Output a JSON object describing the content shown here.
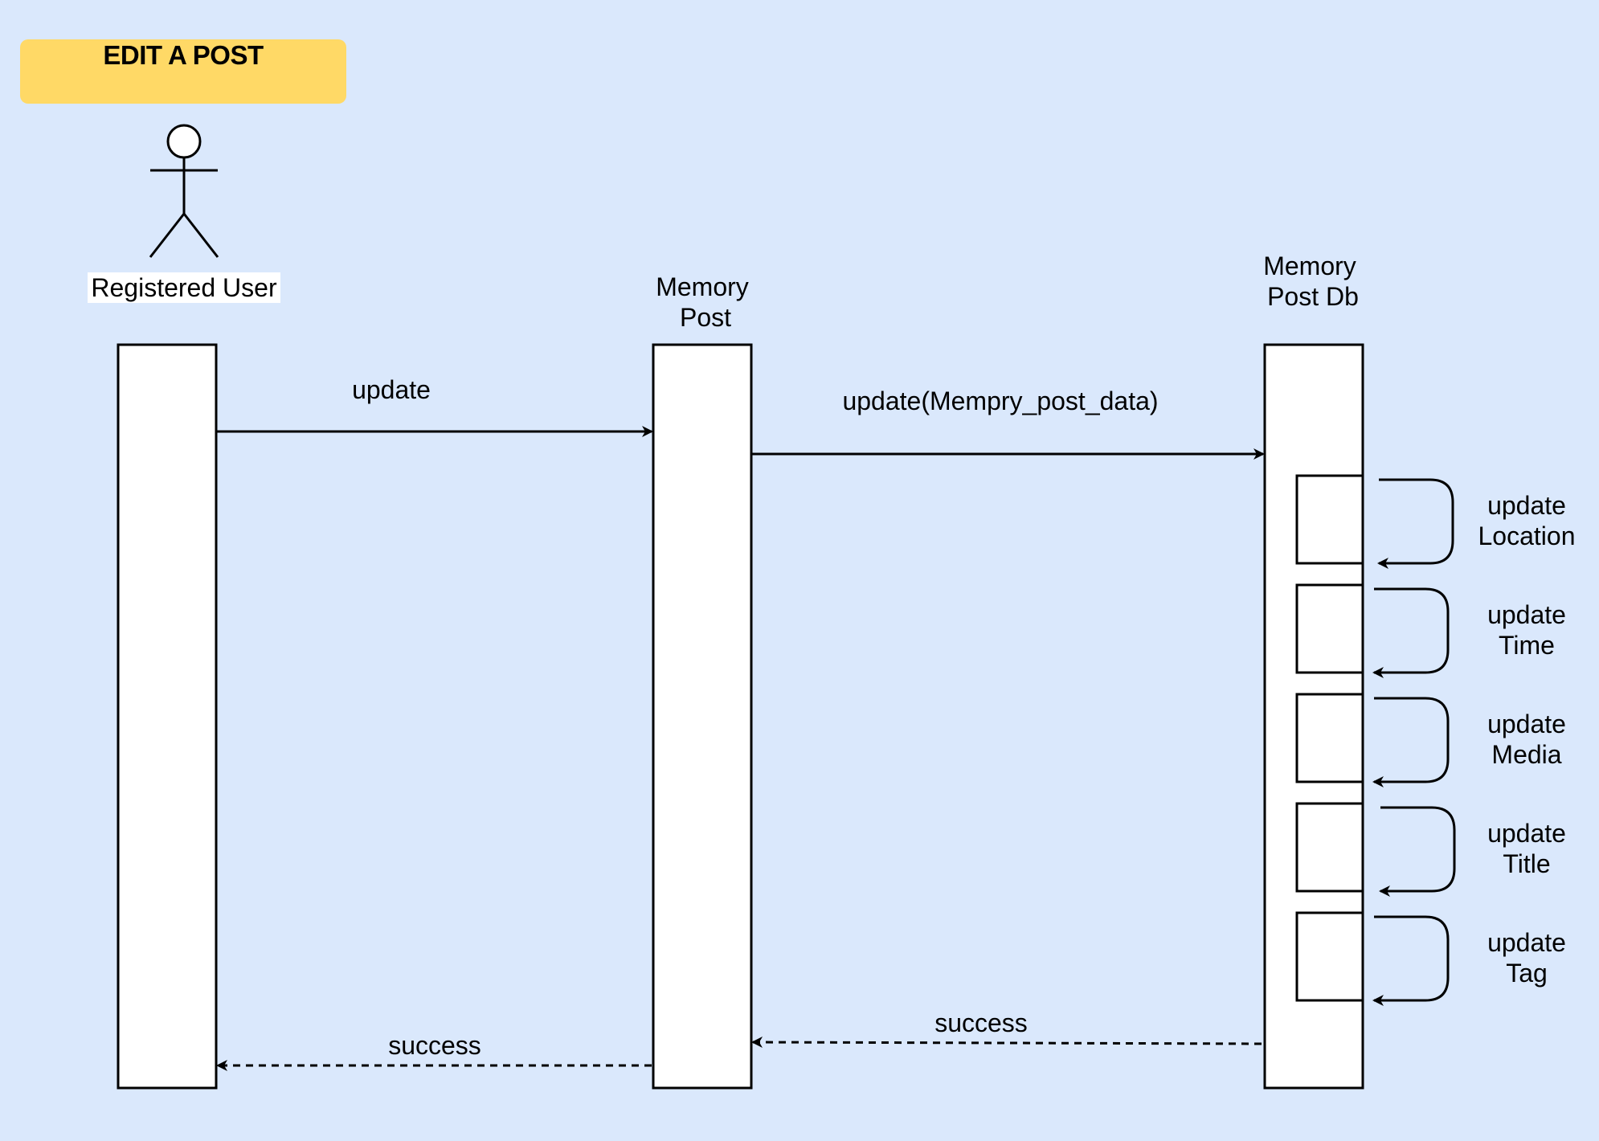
{
  "title": "EDIT A POST",
  "actor": {
    "label": "Registered User"
  },
  "lifelines": {
    "memory_post": {
      "line1": "Memory",
      "line2": "Post"
    },
    "memory_post_db": {
      "line1": "Memory",
      "line2": "Post Db"
    }
  },
  "messages": {
    "user_to_post": "update",
    "post_to_db": "update(Mempry_post_data)",
    "db_to_post_return": "success",
    "post_to_user_return": "success"
  },
  "self_calls": [
    {
      "line1": "update",
      "line2": "Location"
    },
    {
      "line1": "update",
      "line2": "Time"
    },
    {
      "line1": "update",
      "line2": "Media"
    },
    {
      "line1": "update",
      "line2": "Title"
    },
    {
      "line1": "update",
      "line2": "Tag"
    }
  ]
}
